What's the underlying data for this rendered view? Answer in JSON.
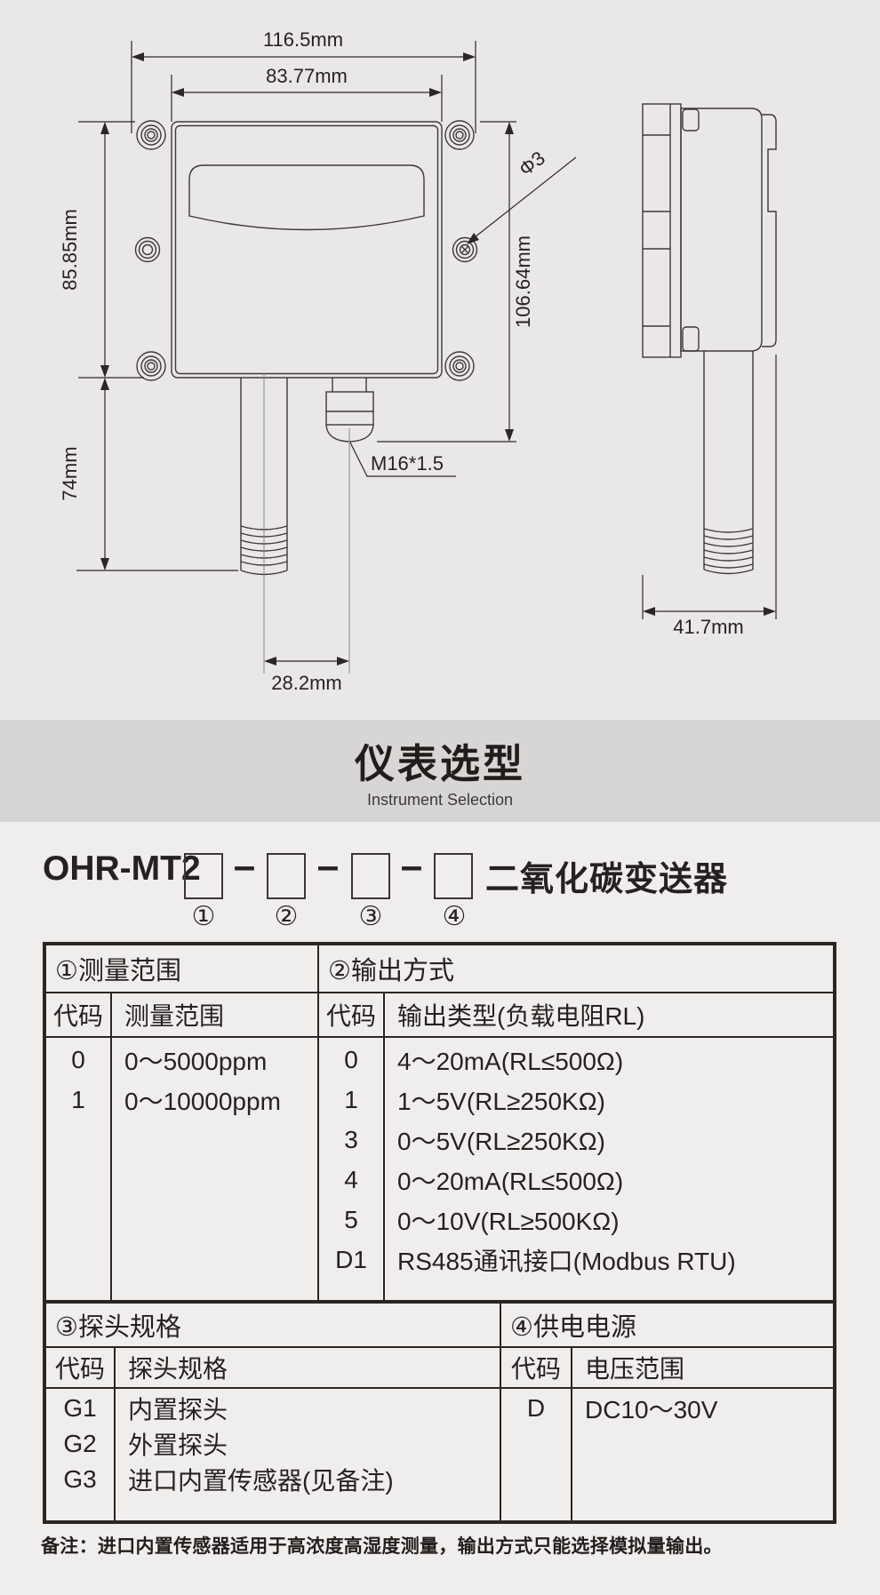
{
  "drawing": {
    "front": {
      "dim_width_outer": "116.5mm",
      "dim_width_inner": "83.77mm",
      "dim_height_body": "85.85mm",
      "dim_probe_length": "74mm",
      "dim_mount_hole": "Φ3",
      "dim_height_total": "106.64mm",
      "dim_gland_thread": "M16*1.5",
      "dim_probe_offset": "28.2mm"
    },
    "side": {
      "dim_depth": "41.7mm"
    }
  },
  "section_header": {
    "title": "仪表选型",
    "subtitle": "Instrument Selection"
  },
  "model": {
    "prefix": "OHR-MT2",
    "separator": "–",
    "suffix": "二氧化碳变送器",
    "positions": [
      "①",
      "②",
      "③",
      "④"
    ]
  },
  "selection_table": {
    "range": {
      "header": "①测量范围",
      "col_code": "代码",
      "col_value": "测量范围",
      "rows": [
        {
          "code": "0",
          "value": "0～5000ppm"
        },
        {
          "code": "1",
          "value": "0～10000ppm"
        }
      ]
    },
    "output": {
      "header": "②输出方式",
      "col_code": "代码",
      "col_value": "输出类型(负载电阻RL)",
      "rows": [
        {
          "code": "0",
          "value": "4～20mA(RL≤500Ω)"
        },
        {
          "code": "1",
          "value": "1～5V(RL≥250KΩ)"
        },
        {
          "code": "3",
          "value": "0～5V(RL≥250KΩ)"
        },
        {
          "code": "4",
          "value": "0～20mA(RL≤500Ω)"
        },
        {
          "code": "5",
          "value": "0～10V(RL≥500KΩ)"
        },
        {
          "code": "D1",
          "value": "RS485通讯接口(Modbus RTU)"
        }
      ]
    },
    "probe": {
      "header": "③探头规格",
      "col_code": "代码",
      "col_value": "探头规格",
      "rows": [
        {
          "code": "G1",
          "value": "内置探头"
        },
        {
          "code": "G2",
          "value": "外置探头"
        },
        {
          "code": "G3",
          "value": "进口内置传感器(见备注)"
        }
      ]
    },
    "power": {
      "header": "④供电电源",
      "col_code": "代码",
      "col_value": "电压范围",
      "rows": [
        {
          "code": "D",
          "value": "DC10～30V"
        }
      ]
    }
  },
  "note": "备注：进口内置传感器适用于高浓度高湿度测量，输出方式只能选择模拟量输出。",
  "colors": {
    "top_background": "#eae8e7",
    "band_background": "#d8d6d4",
    "page_background": "#efeeec",
    "line": "#2b2524",
    "text": "#262121"
  }
}
